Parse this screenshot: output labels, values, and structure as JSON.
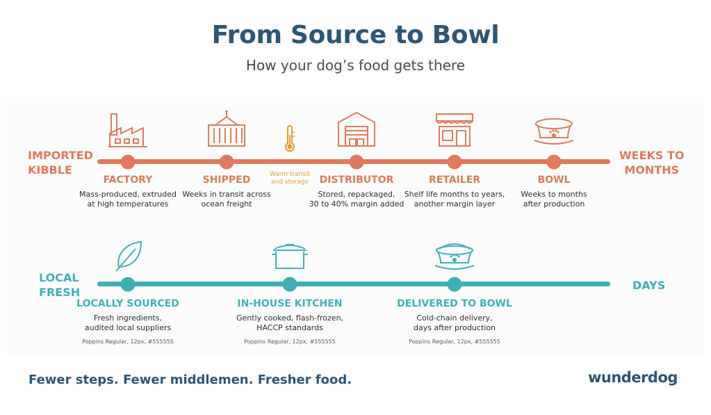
{
  "header": {
    "title": "From Source to Bowl",
    "subtitle": "How your dog’s food gets there"
  },
  "imported": {
    "label_line1": "IMPORTED",
    "label_line2": "KIBBLE",
    "end_line1": "WEEKS TO",
    "end_line2": "MONTHS",
    "stages": [
      {
        "name": "FACTORY",
        "desc1": "Mass-produced, extruded",
        "desc2": "at high temperatures",
        "icon": "factory-icon"
      },
      {
        "name": "SHIPPED",
        "desc1": "Weeks in transit across",
        "desc2": "ocean freight",
        "icon": "shipping-container-icon"
      },
      {
        "name": "DISTRIBUTOR",
        "desc1": "Stored, repackaged,",
        "desc2": "30 to 40% margin added",
        "icon": "warehouse-icon"
      },
      {
        "name": "RETAILER",
        "desc1": "Shelf life months to years,",
        "desc2": "another margin layer",
        "icon": "storefront-icon"
      },
      {
        "name": "BOWL",
        "desc1": "Weeks to months",
        "desc2": "after production",
        "icon": "dog-bowl-icon"
      }
    ],
    "transit_note_line1": "Warm transit",
    "transit_note_line2": "and storage"
  },
  "local": {
    "label_line1": "LOCAL",
    "label_line2": "FRESH",
    "end_label": "DAYS",
    "stages": [
      {
        "name": "LOCALLY SOURCED",
        "desc1": "Fresh ingredients,",
        "desc2": "audited local suppliers",
        "note": "Poppins Regular, 12px, #555555",
        "icon": "leaf-icon"
      },
      {
        "name": "IN-HOUSE KITCHEN",
        "desc1": "Gently cooked, flash-frozen,",
        "desc2": "HACCP standards",
        "note": "Poppins Regular, 12px, #555555",
        "icon": "cooking-pot-icon"
      },
      {
        "name": "DELIVERED TO BOWL",
        "desc1": "Cold-chain delivery,",
        "desc2": "days after production",
        "note": "Poppins Regular, 12px, #555555",
        "icon": "fresh-bowl-icon"
      }
    ]
  },
  "footer": {
    "tagline": "Fewer steps. Fewer middlemen. Fresher food.",
    "logo": "wunderdog"
  },
  "colors": {
    "imported": "#e07a5c",
    "local": "#3fb0b8",
    "navy": "#2c5674",
    "thermometer": "#e0a030"
  }
}
